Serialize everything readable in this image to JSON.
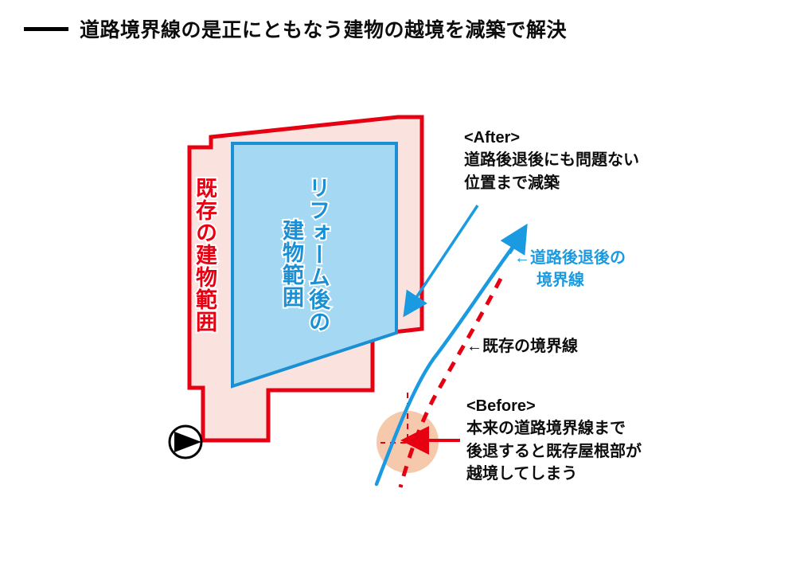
{
  "title": {
    "dash": "—",
    "text": "道路境界線の是正にともなう建物の越境を減築で解決"
  },
  "shapes": {
    "existing_building": {
      "label": "既存の建物範囲",
      "fill_color": "#fae2de",
      "stroke_color": "#e60012"
    },
    "reform_building": {
      "label_line1": "リフォーム後の",
      "label_line2": "建物範囲",
      "fill_color": "#a5d8f3",
      "stroke_color": "#1a8fd4"
    },
    "overlap_circle": {
      "fill_color": "#f5bf9e"
    },
    "direction_marker": {
      "name": "north-arrow"
    }
  },
  "annotations": {
    "after": {
      "heading": "<After>",
      "line1": "道路後退後にも問題ない",
      "line2": "位置まで減築",
      "color": "#0d0d0d"
    },
    "after_boundary": {
      "line1": "←道路後退後の",
      "line2": "境界線",
      "color": "#1a9ae0"
    },
    "existing_boundary": {
      "line1": "←既存の境界線",
      "color": "#0d0d0d"
    },
    "before": {
      "heading": "<Before>",
      "line1": "本来の道路境界線まで",
      "line2": "後退すると既存屋根部が",
      "line3": "越境してしまう",
      "color": "#0d0d0d"
    }
  },
  "lines": {
    "setback_boundary": {
      "name": "道路後退後の境界線",
      "color": "#1a9ae0",
      "style": "solid"
    },
    "existing_boundary": {
      "name": "既存の境界線",
      "color": "#e60012",
      "style": "dashed"
    },
    "leader_after": {
      "color": "#1a9ae0",
      "arrow": "down-left"
    },
    "leader_before": {
      "color": "#e60012",
      "arrow": "left"
    }
  }
}
